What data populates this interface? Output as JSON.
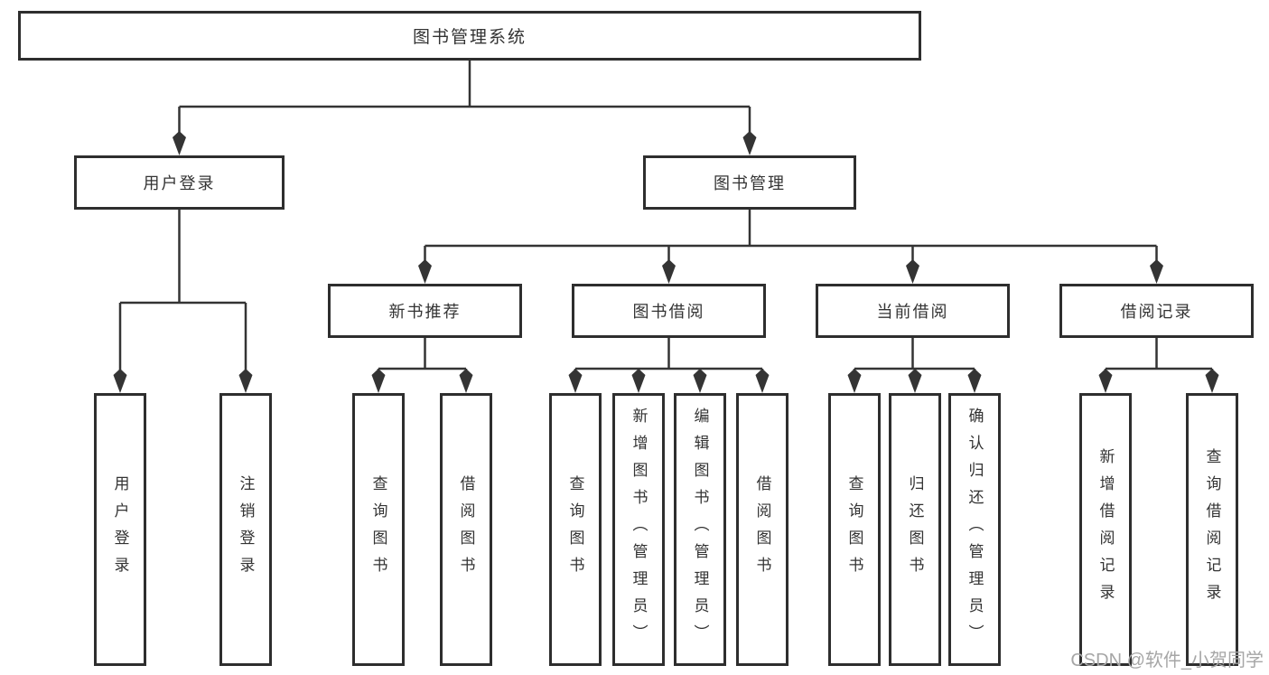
{
  "colors": {
    "line": "#333333",
    "box_border": "#2e2e2e",
    "text": "#333333",
    "watermark": "#a6a6a6",
    "background": "#ffffff"
  },
  "tree": {
    "root": {
      "label": "图书管理系统"
    },
    "level2": [
      {
        "label": "用户登录"
      },
      {
        "label": "图书管理"
      }
    ],
    "level3": [
      {
        "label": "新书推荐"
      },
      {
        "label": "图书借阅"
      },
      {
        "label": "当前借阅"
      },
      {
        "label": "借阅记录"
      }
    ],
    "leaves": {
      "user_login": [
        {
          "label": "用户登录"
        },
        {
          "label": "注销登录"
        }
      ],
      "new_book_recommend": [
        {
          "label": "查询图书"
        },
        {
          "label": "借阅图书"
        }
      ],
      "book_borrow": [
        {
          "label": "查询图书"
        },
        {
          "label": "新增图书（管理员）"
        },
        {
          "label": "编辑图书（管理员）"
        },
        {
          "label": "借阅图书"
        }
      ],
      "current_borrow": [
        {
          "label": "查询图书"
        },
        {
          "label": "归还图书"
        },
        {
          "label": "确认归还（管理员）"
        }
      ],
      "borrow_record": [
        {
          "label": "新增借阅记录"
        },
        {
          "label": "查询借阅记录"
        }
      ]
    }
  },
  "watermark": {
    "text": "CSDN @软件_小贺同学"
  }
}
